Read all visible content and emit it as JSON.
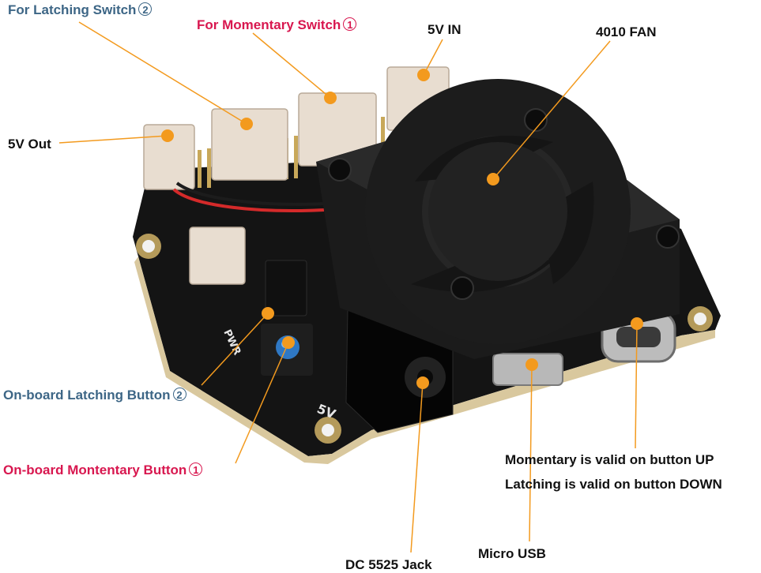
{
  "labels": {
    "latching_switch": {
      "text": "For Latching Switch",
      "number": "2"
    },
    "momentary_switch": {
      "text": "For Momentary Switch",
      "number": "1"
    },
    "five_v_in": "5V IN",
    "fan": "4010 FAN",
    "five_v_out": "5V Out",
    "onboard_latching": {
      "text": "On-board Latching Button",
      "number": "2"
    },
    "onboard_momentary": {
      "text": "On-board Montentary Button",
      "number": "1"
    },
    "note_line1": "Momentary is valid on button UP",
    "note_line2": "Latching is valid on button DOWN",
    "dc_jack": "DC 5525 Jack",
    "micro_usb": "Micro USB"
  },
  "board": {
    "silk_pwr": "PWR",
    "silk_5v": "5V"
  },
  "colors": {
    "blue_label": "#3d6686",
    "pink_label": "#d8174f",
    "marker": "#f39a1e",
    "pcb": "#141414",
    "connector": "#e8ddd0"
  }
}
